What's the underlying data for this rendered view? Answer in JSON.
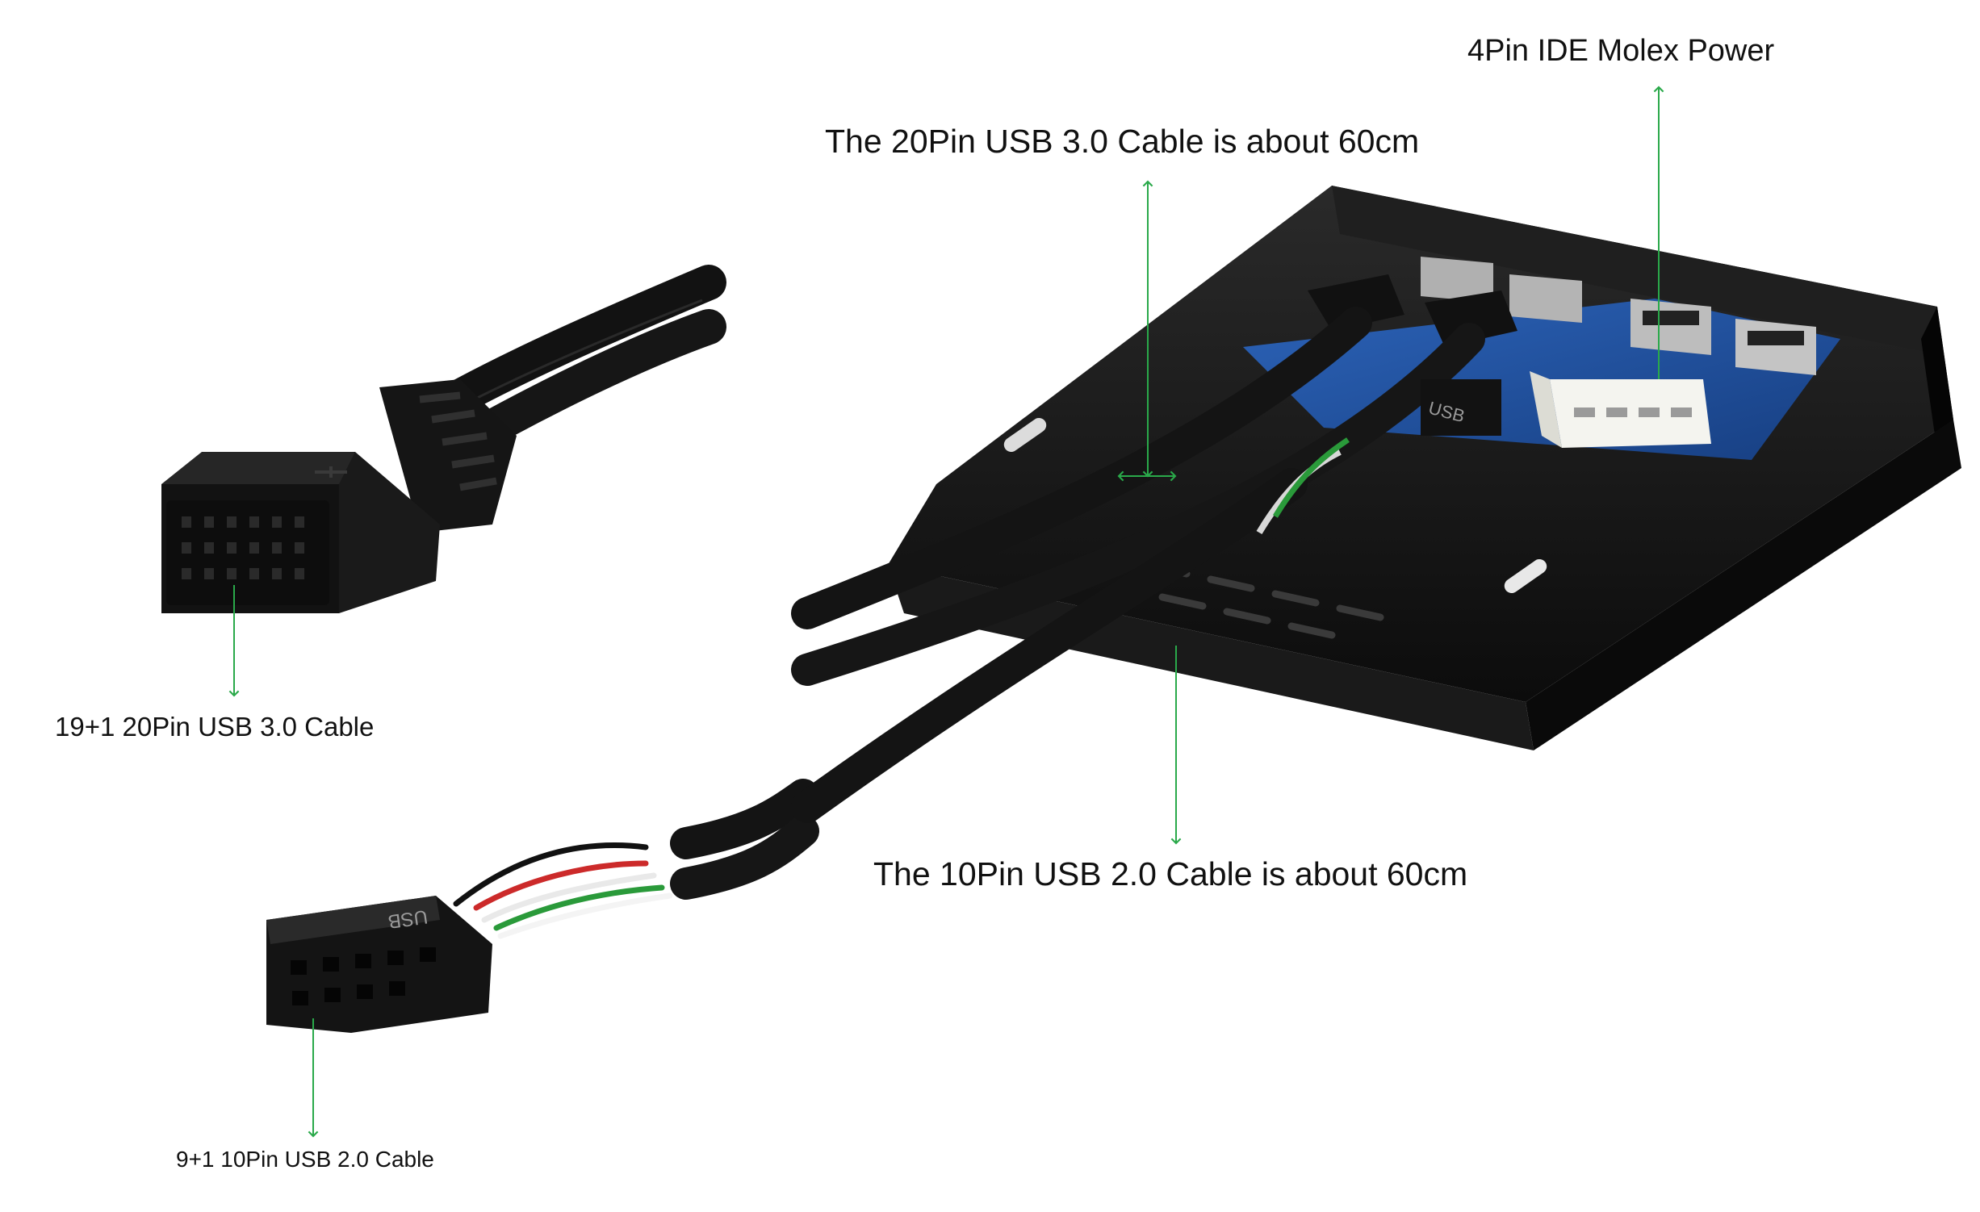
{
  "annotations": {
    "molex_power": "4Pin IDE Molex Power",
    "usb3_cable_length": "The 20Pin USB 3.0 Cable is about 60cm",
    "usb2_cable_length": "The 10Pin USB 2.0 Cable is about 60cm",
    "usb3_connector": "19+1 20Pin USB 3.0 Cable",
    "usb2_connector": "9+1 10Pin USB 2.0 Cable"
  },
  "connector_print": {
    "usb2_header_text": "USB"
  },
  "colors": {
    "arrow": "#2aa94a",
    "cable": "#161616",
    "bracket": "#111111",
    "pcb": "#1d4f9e",
    "molex_housing": "#f4f4ef"
  }
}
